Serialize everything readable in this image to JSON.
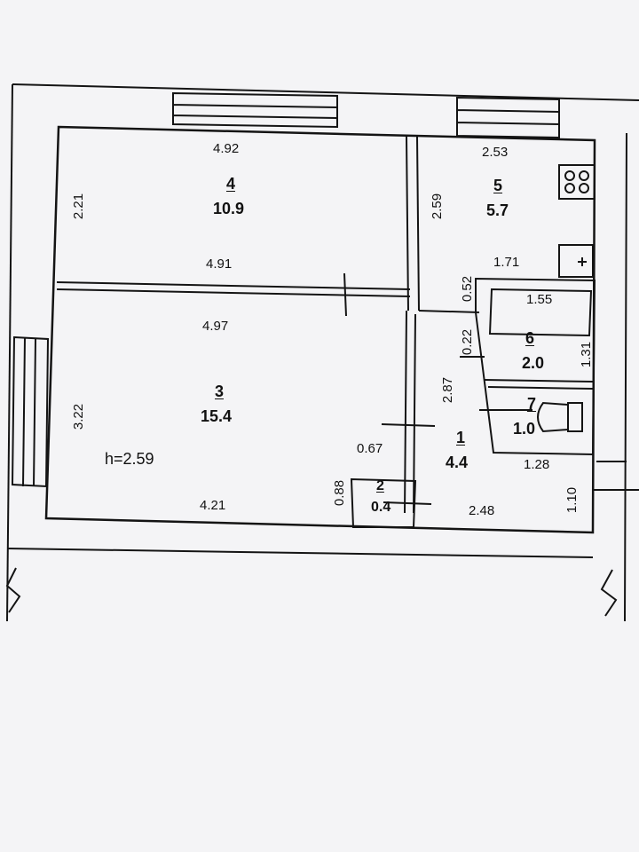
{
  "rooms": [
    {
      "id": "4",
      "area": "10.9",
      "dims": [
        "4.92",
        "2.21",
        "4.91"
      ]
    },
    {
      "id": "5",
      "area": "5.7",
      "dims": [
        "2.53",
        "2.59"
      ]
    },
    {
      "id": "3",
      "area": "15.4",
      "dims": [
        "4.97",
        "3.22",
        "4.21"
      ]
    },
    {
      "id": "6",
      "area": "2.0",
      "dims": [
        "1.71",
        "0.52",
        "1.55",
        "0.22",
        "1.31"
      ]
    },
    {
      "id": "7",
      "area": "1.0",
      "dims": []
    },
    {
      "id": "1",
      "area": "4.4",
      "dims": [
        "2.87",
        "0.67",
        "1.28",
        "2.48",
        "1.10"
      ]
    },
    {
      "id": "2",
      "area": "0.4",
      "dims": [
        "0.88"
      ]
    }
  ],
  "ceiling_height": "h=2.59",
  "colors": {
    "ink": "#141414",
    "paper": "#f4f4f6",
    "wall_fill": "#ffffff"
  }
}
